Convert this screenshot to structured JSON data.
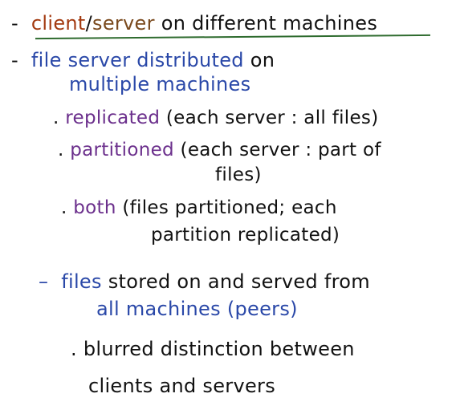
{
  "notes": {
    "line1": {
      "dash": "-",
      "client": "client",
      "slash": "/",
      "server": "server",
      "rest": "on different machines"
    },
    "line2": {
      "dash": "-",
      "highlight": "file server distributed",
      "rest": "on"
    },
    "line3": {
      "highlight": "multiple machines"
    },
    "line4": {
      "dot": ".",
      "highlight": "replicated",
      "rest": "(each server : all files)"
    },
    "line5": {
      "dot": ".",
      "highlight": "partitioned",
      "rest": "(each server : part of"
    },
    "line6": {
      "rest": "files)"
    },
    "line7": {
      "dot": ".",
      "highlight": "both",
      "rest": "(files partitioned; each"
    },
    "line8": {
      "rest": "partition replicated)"
    },
    "line9": {
      "dash": "–",
      "highlight": "files",
      "rest": "stored on and served from"
    },
    "line10": {
      "highlight": "all machines (peers)"
    },
    "line11": {
      "dot": ".",
      "rest": "blurred distinction between"
    },
    "line12": {
      "rest": "clients and servers"
    }
  },
  "colors": {
    "client": "#a33a10",
    "server": "#7a4a1e",
    "purple_highlight": "#6b2f8c",
    "blue_highlight": "#2a48a8",
    "underline": "#2e6b2e",
    "ink": "#111111"
  }
}
